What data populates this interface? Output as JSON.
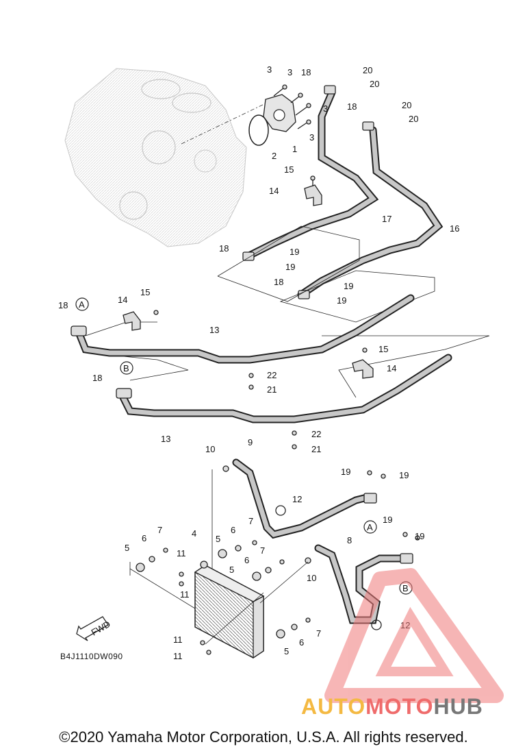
{
  "diagram": {
    "callouts": {
      "p1": "1",
      "p2": "2",
      "p3": "3",
      "p4": "4",
      "p5": "5",
      "p6": "6",
      "p7": "7",
      "p8": "8",
      "p9": "9",
      "p10": "10",
      "p11": "11",
      "p12": "12",
      "p13": "13",
      "p14": "14",
      "p15": "15",
      "p16": "16",
      "p17": "17",
      "p18": "18",
      "p19": "19",
      "p20": "20",
      "p21": "21",
      "p22": "22"
    },
    "ref_marks": {
      "a": "A",
      "b": "B"
    },
    "fwd_label": "FWD",
    "diagram_code": "B4J1110DW090"
  },
  "watermark": {
    "brand_part1": "AUTO",
    "brand_part2": "MOTO",
    "brand_part3": "HUB",
    "colors": {
      "part1": "#f4b942",
      "part2": "#ef6b6b",
      "part3": "#777777",
      "logo": "#f07a7a"
    }
  },
  "copyright": "©2020 Yamaha Motor Corporation, U.S.A. All rights reserved."
}
